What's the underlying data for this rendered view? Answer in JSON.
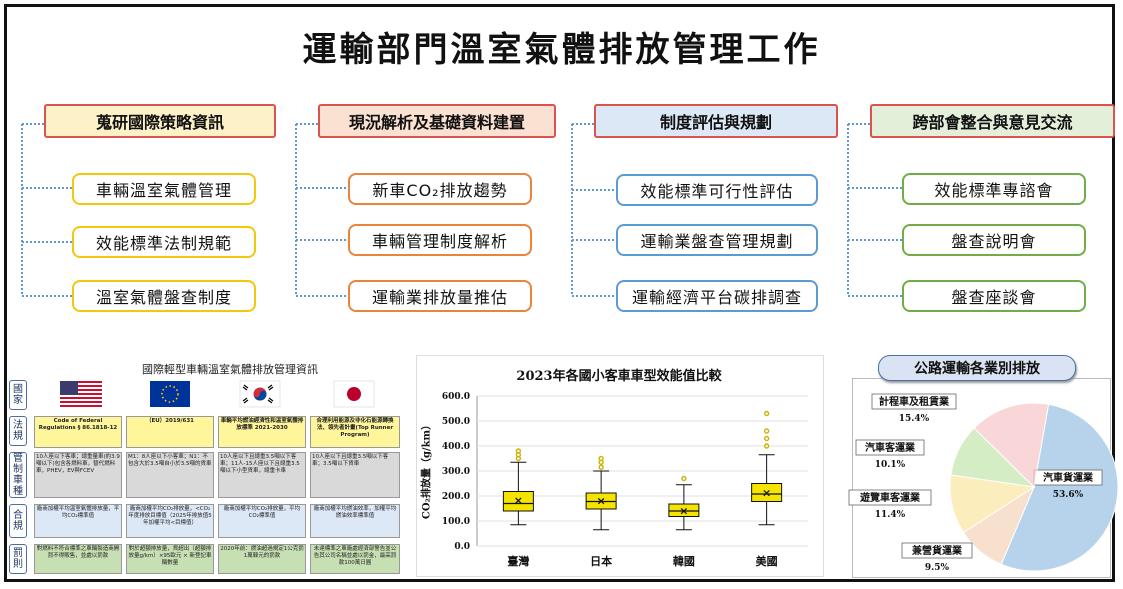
{
  "title": "運輸部門溫室氣體排放管理工作",
  "columns": [
    {
      "header": "蒐研國際策略資訊",
      "header_bg": "#fdf1c7",
      "items": [
        "車輛溫室氣體管理",
        "效能標準法制規範",
        "溫室氣體盤查制度"
      ]
    },
    {
      "header": "現況解析及基礎資料建置",
      "header_bg": "#fbe1d2",
      "items": [
        "新車CO₂排放趨勢",
        "車輛管理制度解析",
        "運輸業排放量推估"
      ]
    },
    {
      "header": "制度評估與規劃",
      "header_bg": "#dce8f6",
      "items": [
        "效能標準可行性評估",
        "運輸業盤查管理規劃",
        "運輸經濟平台碳排調查"
      ]
    },
    {
      "header": "跨部會整合與意見交流",
      "header_bg": "#e3efd9",
      "items": [
        "效能標準專諮會",
        "盤查說明會",
        "盤查座談會"
      ]
    }
  ],
  "reg_table": {
    "title": "國際輕型車輛溫室氣體排放管理資訊",
    "row_labels": [
      "國家",
      "法規",
      "管制車種",
      "合規",
      "罰則"
    ],
    "countries": [
      "us-flag",
      "eu-flag",
      "kr-flag",
      "jp-flag"
    ],
    "law": [
      "Code of Federal Regulations § 86.1818-12",
      "（EU）2019/631",
      "車輛平均燃油經濟性和溫室氣體排放標準 2021-2030",
      "合理利用能源及非化石能源轉換法、領先者計畫(Top Runner Program)"
    ],
    "vehicles": [
      "10人座以下客車；總重量車(約3.9噸以下)包含各燃料車，替代燃料車，PHEV，EV與FCEV",
      "M1：8人座以下小客車；N1：不包含大於3.5噸自小於3.5噸的貨車",
      "10人座以下且總重3.5噸以下客車；11人-15人座以下且總重3.5噸以下小型貨車，總重卡車",
      "10人座以下且總重3.5噸以下客車；3.5噸以下貨車"
    ],
    "compliance": [
      "廠商加權平均溫室氣體排放量，平均CO₂標準值",
      "廠商加權平均CO₂排放量，<CO₂年度排放目標值（2025年排放值5年加權平均<目標值）",
      "廠商加權平均CO₂排放量，平均CO₂標準值",
      "廠商加權平均燃油效率，加權平均燃油效率標準值"
    ],
    "penalty": [
      "對燃料不符合標準之車輛製造商開罰不得販售，並處以罰款",
      "對於超額排放量，貨超出（超額排放量g/km）×95歐元 × 新登記車輛數量",
      "2020年前：燃油超過規定1公克罰1萬韓元的罰款",
      "未達標準之車廠處經濟部警告並公告其公司名稱並處以罰金，最高罰款100萬日圓"
    ]
  },
  "box_chart": {
    "title": "2023年各國小客車車型效能值比較",
    "ylabel": "CO₂排放量（g/km）",
    "yticks": [
      "0.0",
      "100.0",
      "200.0",
      "300.0",
      "400.0",
      "500.0",
      "600.0"
    ],
    "legend_mean": "×",
    "colors": {
      "box": "#f5e400",
      "outlier": "#c9b400"
    }
  },
  "pie_chart": {
    "title": "公路運輸各業別排放",
    "colors": {
      "貨運": "#b7d3ec",
      "計程": "#f8c9cc",
      "客運": "#c8e7b2",
      "遊覽": "#fbe7a6",
      "兼營": "#f6d6c0"
    }
  },
  "chart_data": [
    {
      "type": "box",
      "title": "2023年各國小客車車型效能值比較",
      "xlabel": "",
      "ylabel": "CO₂排放量（g/km）",
      "ylim": [
        0,
        600
      ],
      "categories": [
        "臺灣",
        "日本",
        "韓國",
        "美國"
      ],
      "series": [
        {
          "name": "臺灣",
          "min": 85,
          "q1": 140,
          "median": 170,
          "q3": 218,
          "max": 335,
          "mean": 185,
          "outliers": [
            350,
            365,
            380
          ]
        },
        {
          "name": "日本",
          "min": 65,
          "q1": 148,
          "median": 178,
          "q3": 212,
          "max": 300,
          "mean": 182,
          "outliers": [
            315,
            335,
            350
          ]
        },
        {
          "name": "韓國",
          "min": 65,
          "q1": 118,
          "median": 140,
          "q3": 168,
          "max": 245,
          "mean": 143,
          "outliers": [
            270
          ]
        },
        {
          "name": "美國",
          "min": 85,
          "q1": 178,
          "median": 208,
          "q3": 250,
          "max": 365,
          "mean": 215,
          "outliers": [
            400,
            430,
            460,
            530
          ]
        }
      ]
    },
    {
      "type": "pie",
      "title": "公路運輸各業別排放",
      "slices": [
        {
          "label": "汽車貨運業",
          "value": 53.6,
          "pct": "53.6%"
        },
        {
          "label": "兼營貨運業",
          "value": 9.5,
          "pct": "9.5%"
        },
        {
          "label": "遊覽車客運業",
          "value": 11.4,
          "pct": "11.4%"
        },
        {
          "label": "汽車客運業",
          "value": 10.1,
          "pct": "10.1%"
        },
        {
          "label": "計程車及租賃業",
          "value": 15.4,
          "pct": "15.4%"
        }
      ]
    }
  ]
}
